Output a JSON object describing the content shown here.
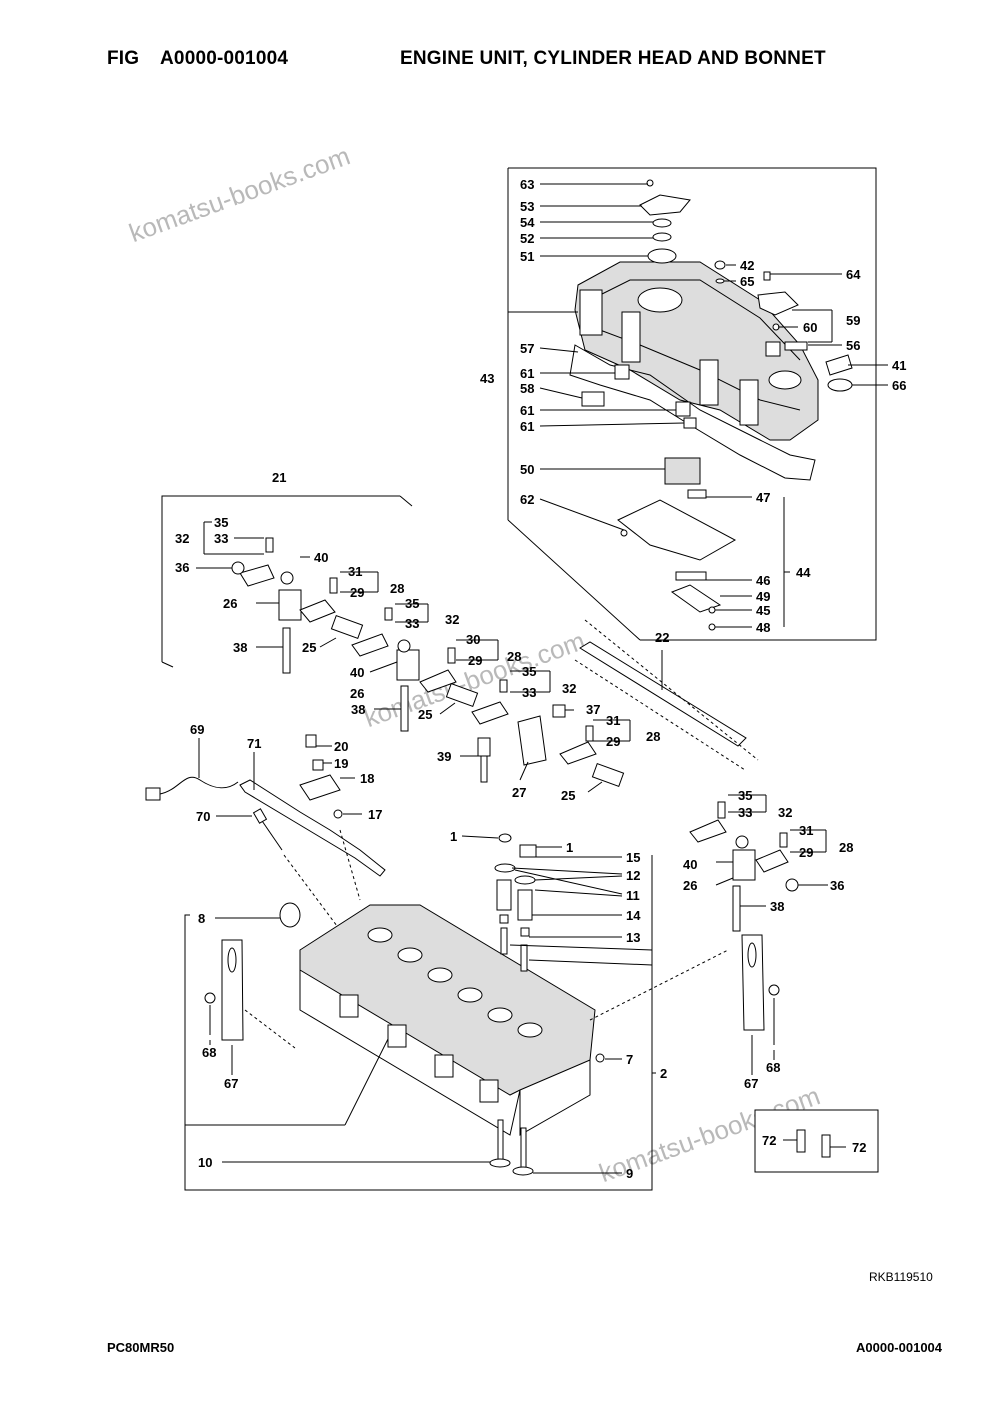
{
  "header": {
    "fig_label": "FIG",
    "fig_code": "A0000-001004",
    "title": "ENGINE UNIT, CYLINDER HEAD AND BONNET"
  },
  "footer": {
    "model": "PC80MR50",
    "page_code": "A0000-001004",
    "ref": "RKB119510"
  },
  "watermark": "komatsu-books.com",
  "callouts": {
    "c63": "63",
    "c53": "53",
    "c54": "54",
    "c52": "52",
    "c51": "51",
    "c57": "57",
    "c61a": "61",
    "c58": "58",
    "c61b": "61",
    "c61c": "61",
    "c50": "50",
    "c62": "62",
    "c43": "43",
    "c42": "42",
    "c65": "65",
    "c64": "64",
    "c60": "60",
    "c59": "59",
    "c56": "56",
    "c41": "41",
    "c66": "66",
    "c47": "47",
    "c46": "46",
    "c49": "49",
    "c45": "45",
    "c48": "48",
    "c44": "44",
    "c21": "21",
    "c35a": "35",
    "c33a": "33",
    "c32a": "32",
    "c36a": "36",
    "c40a": "40",
    "c31a": "31",
    "c29a": "29",
    "c28a": "28",
    "c26a": "26",
    "c35b": "35",
    "c33b": "33",
    "c32b": "32",
    "c38a": "38",
    "c25a": "25",
    "c30": "30",
    "c29b": "29",
    "c28b": "28",
    "c40b": "40",
    "c26b": "26",
    "c35c": "35",
    "c33c": "33",
    "c32c": "32",
    "c38b": "38",
    "c25b": "25",
    "c37": "37",
    "c31b": "31",
    "c29c": "29",
    "c28c": "28",
    "c39": "39",
    "c27": "27",
    "c25c": "25",
    "c22": "22",
    "c35d": "35",
    "c33d": "33",
    "c32d": "32",
    "c31c": "31",
    "c29d": "29",
    "c28d": "28",
    "c40c": "40",
    "c26c": "26",
    "c36b": "36",
    "c38c": "38",
    "c69": "69",
    "c71": "71",
    "c20": "20",
    "c19": "19",
    "c18": "18",
    "c70": "70",
    "c17": "17",
    "c1a": "1",
    "c1b": "1",
    "c15": "15",
    "c12": "12",
    "c11": "11",
    "c14": "14",
    "c13": "13",
    "c8": "8",
    "c7": "7",
    "c2": "2",
    "c68a": "68",
    "c67a": "67",
    "c67b": "67",
    "c68b": "68",
    "c10": "10",
    "c9": "9",
    "c72a": "72",
    "c72b": "72"
  }
}
